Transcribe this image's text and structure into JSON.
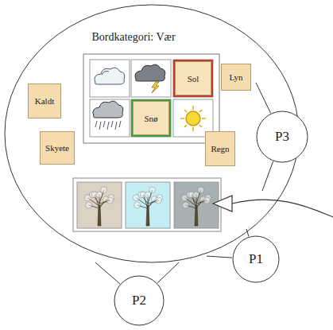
{
  "diagram": {
    "nodes": [
      {
        "text": [
          "Bordkategori: Vær"
        ]
      },
      {
        "text": [
          "Sol"
        ],
        "in": 0
      },
      {
        "text": [
          "Lyn"
        ],
        "in": 0
      },
      {
        "text": [
          "Kaldt"
        ],
        "in": 0
      },
      {
        "text": [
          "Snø"
        ],
        "in": 0
      },
      {
        "text": [
          "Skyete"
        ],
        "in": 0
      },
      {
        "text": [
          "Regn"
        ],
        "in": 0
      },
      {
        "text": [
          "P3"
        ]
      },
      {
        "text": [
          "P1"
        ]
      },
      {
        "text": [
          "P2"
        ]
      }
    ],
    "edges": [
      {
        "from": 7,
        "to": 0,
        "arrow": "none"
      },
      {
        "from": 7,
        "to": 0,
        "arrow": "none"
      },
      {
        "from": 8,
        "to": 0,
        "arrow": "none"
      },
      {
        "from": 8,
        "to": 0,
        "arrow": "none"
      },
      {
        "from": 9,
        "to": 0,
        "arrow": "none"
      },
      {
        "from": 9,
        "to": 0,
        "arrow": "none"
      }
    ]
  }
}
